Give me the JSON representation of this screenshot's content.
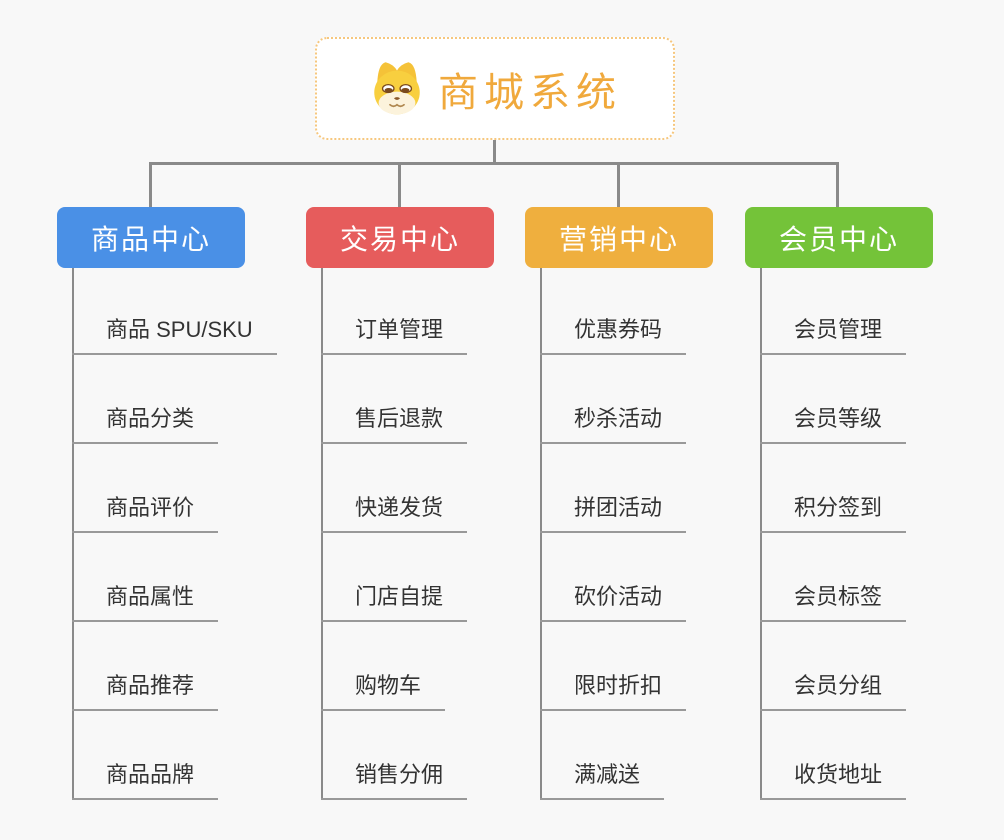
{
  "root": {
    "title": "商城系统",
    "icon": "dog-face-icon"
  },
  "colors": {
    "background": "#F8F8F8",
    "connector": "#8A8A8A",
    "underline": "#999999",
    "root_border": "#F6C77E",
    "root_title_color": "#F0A93C",
    "leaf_text": "#333333",
    "branch_blue": "#4A90E6",
    "branch_red": "#E65C5C",
    "branch_orange": "#EFAF3E",
    "branch_green": "#74C339"
  },
  "branches": [
    {
      "label": "商品中心",
      "color": "#4A90E6",
      "children": [
        "商品 SPU/SKU",
        "商品分类",
        "商品评价",
        "商品属性",
        "商品推荐",
        "商品品牌"
      ]
    },
    {
      "label": "交易中心",
      "color": "#E65C5C",
      "children": [
        "订单管理",
        "售后退款",
        "快递发货",
        "门店自提",
        "购物车",
        "销售分佣"
      ]
    },
    {
      "label": "营销中心",
      "color": "#EFAF3E",
      "children": [
        "优惠券码",
        "秒杀活动",
        "拼团活动",
        "砍价活动",
        "限时折扣",
        "满减送"
      ]
    },
    {
      "label": "会员中心",
      "color": "#74C339",
      "children": [
        "会员管理",
        "会员等级",
        "积分签到",
        "会员标签",
        "会员分组",
        "收货地址"
      ]
    }
  ]
}
